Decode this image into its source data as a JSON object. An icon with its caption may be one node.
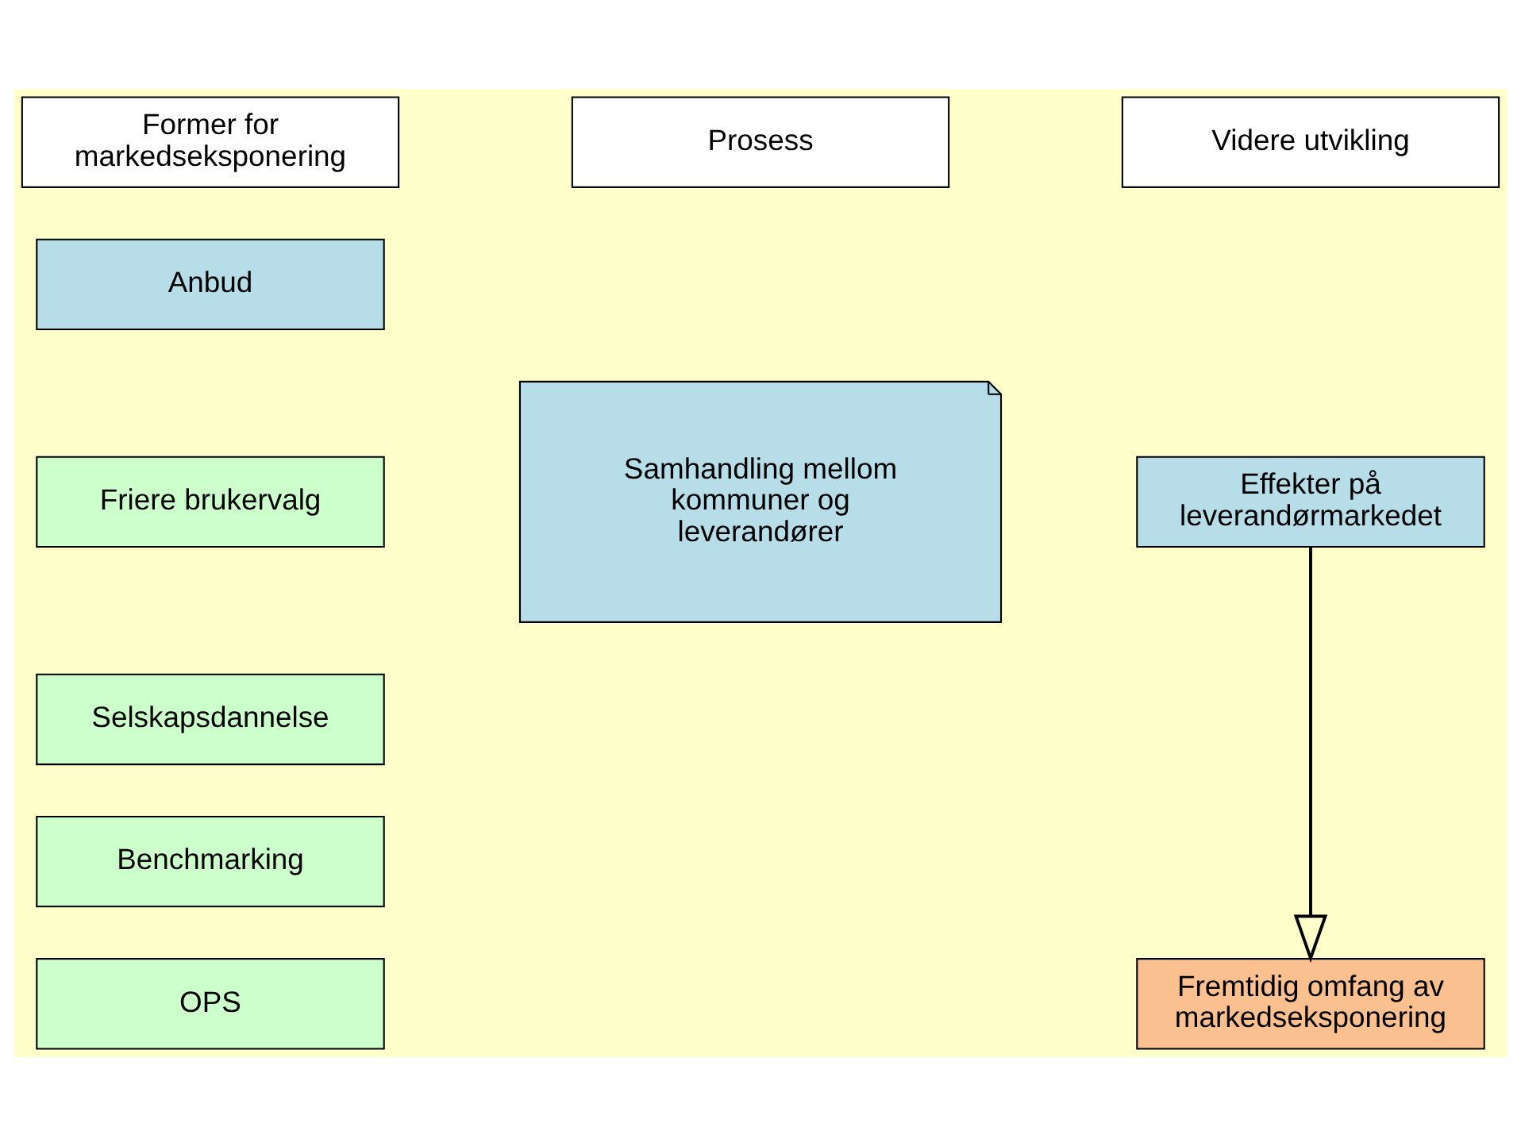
{
  "diagram": {
    "nodes": [
      {
        "text": [
          "Former for markedseksponering"
        ]
      },
      {
        "text": [
          "Prosess"
        ]
      },
      {
        "text": [
          "Videre utvikling"
        ]
      },
      {
        "text": [
          "Anbud"
        ]
      },
      {
        "text": [
          "Friere brukervalg"
        ]
      },
      {
        "text": [
          "Selskapsdannelse"
        ]
      },
      {
        "text": [
          "Benchmarking"
        ]
      },
      {
        "text": [
          "OPS"
        ]
      },
      {
        "text": [
          "Samhandling mellom kommuner og leverandører"
        ]
      },
      {
        "text": [
          "Effekter på leverandørmarkedet"
        ]
      },
      {
        "text": [
          "Fremtidig omfang av markedseksponering"
        ]
      }
    ],
    "edges": [
      {
        "from": 9,
        "to": 10,
        "arrow": "to"
      }
    ]
  }
}
